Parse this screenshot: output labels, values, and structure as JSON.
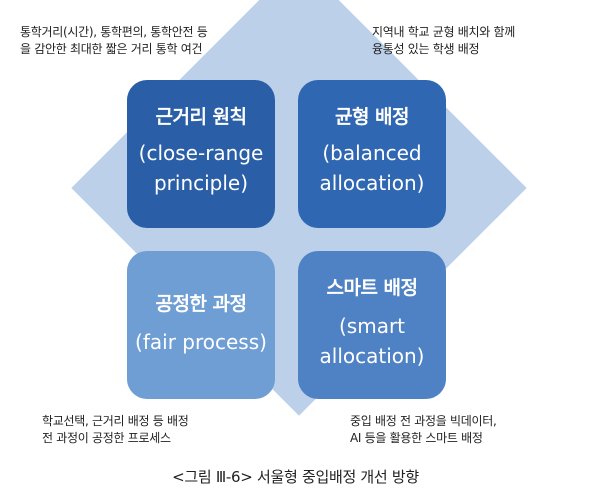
{
  "notes": {
    "top_left": "통학거리(시간), 통학편의, 통학안전 등\n을 감안한 최대한 짧은 거리 통학 여건",
    "top_right": "지역내 학교 균형 배치와 함께\n융통성 있는 학생 배정",
    "bottom_left": "학교선택, 근거리 배정 등 배정\n전 과정이 공정한 프로세스",
    "bottom_right": "중입 배정 전 과정을 빅데이터,\nAI 등을 활용한 스마트 배정"
  },
  "boxes": {
    "top_left": {
      "title": "근거리 원칙",
      "subtitle": "(close-range\nprinciple)"
    },
    "top_right": {
      "title": "균형 배정",
      "subtitle": "(balanced\nallocation)"
    },
    "bottom_left": {
      "title": "공정한 과정",
      "subtitle": "(fair process)"
    },
    "bottom_right": {
      "title": "스마트 배정",
      "subtitle": "(smart\nallocation)"
    }
  },
  "caption": "<그림 Ⅲ-6> 서울형 중입배정 개선 방향",
  "colors": {
    "diamond": "#bcd0ea",
    "box_top_left": "#2a5fa8",
    "box_top_right": "#3067b3",
    "box_bottom_left": "#6f9ed4",
    "box_bottom_right": "#4f82c5"
  }
}
